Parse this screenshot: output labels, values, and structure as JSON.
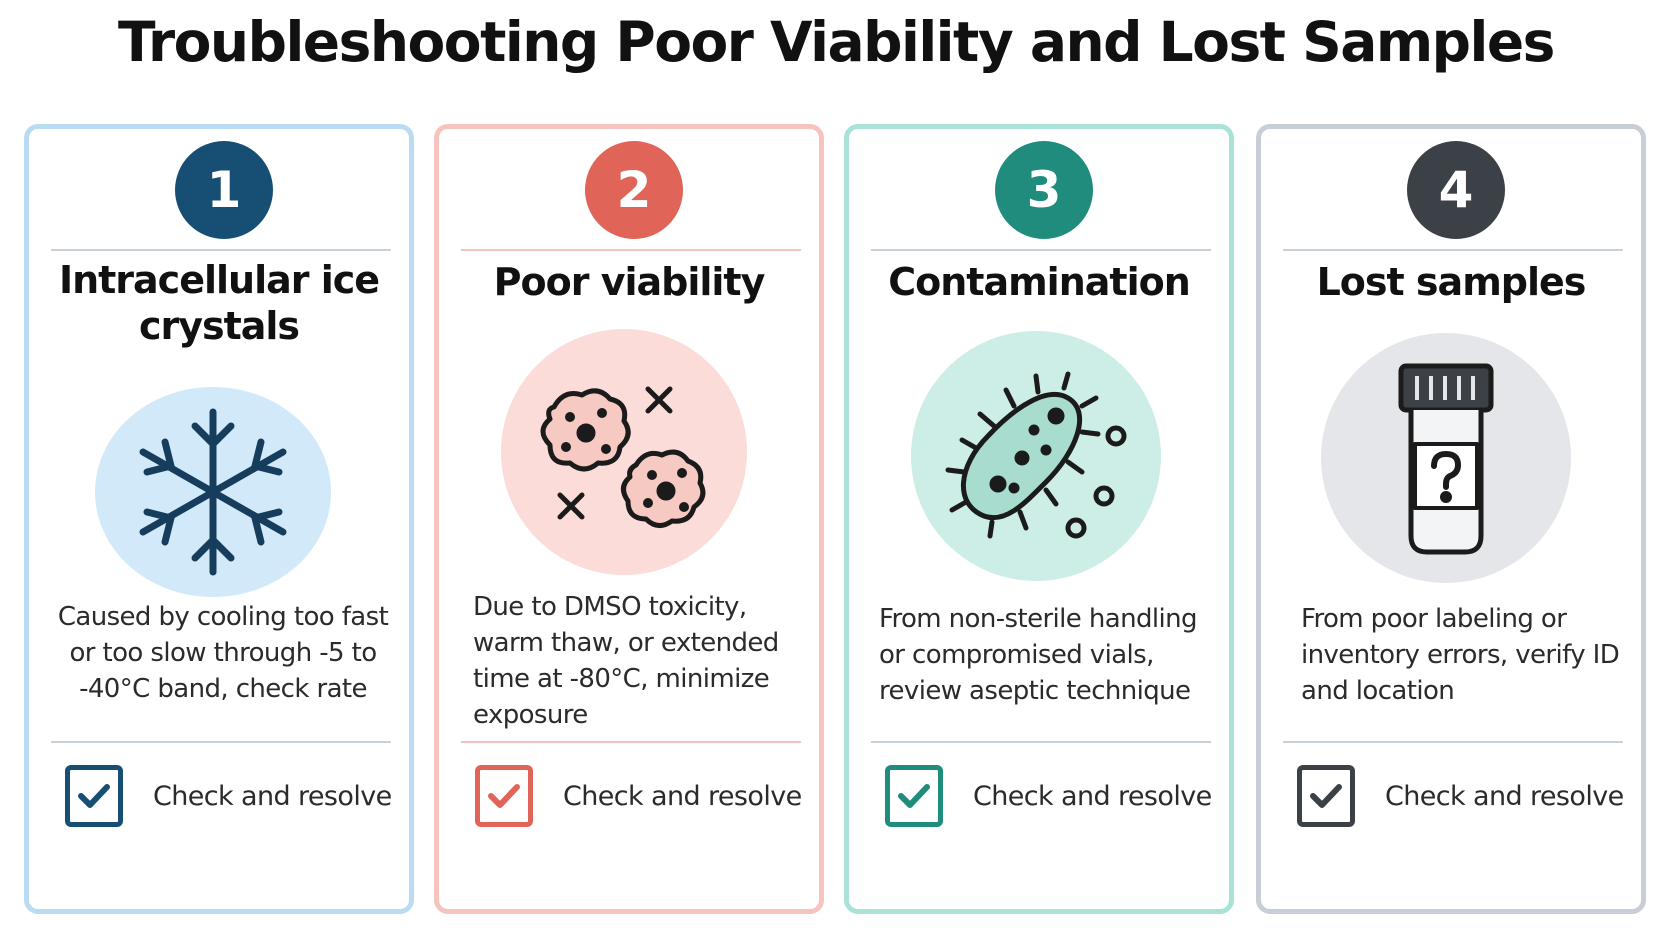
{
  "title": "Troubleshooting Poor Viability and Lost Samples",
  "cards": [
    {
      "number": "1",
      "heading": "Intracellular ice crystals",
      "icon": "snowflake-icon",
      "description": "Caused by cooling too fast or too slow through -5 to -40°C band, check rate",
      "action_label": "Check and resolve",
      "accent": "#164f73",
      "illus_bg": "#d2e9fa",
      "rule_color": "#c9d1d8"
    },
    {
      "number": "2",
      "heading": "Poor viability",
      "icon": "dead-cells-icon",
      "description": "Due to DMSO toxicity, warm thaw, or extended time at -80°C, minimize exposure",
      "action_label": "Check and resolve",
      "accent": "#e06458",
      "illus_bg": "#fbdcd8",
      "rule_color": "#f2c2bd"
    },
    {
      "number": "3",
      "heading": "Contamination",
      "icon": "bacteria-icon",
      "description": "From non-sterile handling or compromised vials, review aseptic technique",
      "action_label": "Check and resolve",
      "accent": "#1f8c7e",
      "illus_bg": "#cdeee6",
      "rule_color": "#c9d1d8"
    },
    {
      "number": "4",
      "heading": "Lost samples",
      "icon": "unknown-vial-icon",
      "description": "From poor labeling or inventory errors, verify ID and location",
      "action_label": "Check and resolve",
      "accent": "#3c4147",
      "illus_bg": "#e4e6e9",
      "rule_color": "#c9d1d8"
    }
  ]
}
